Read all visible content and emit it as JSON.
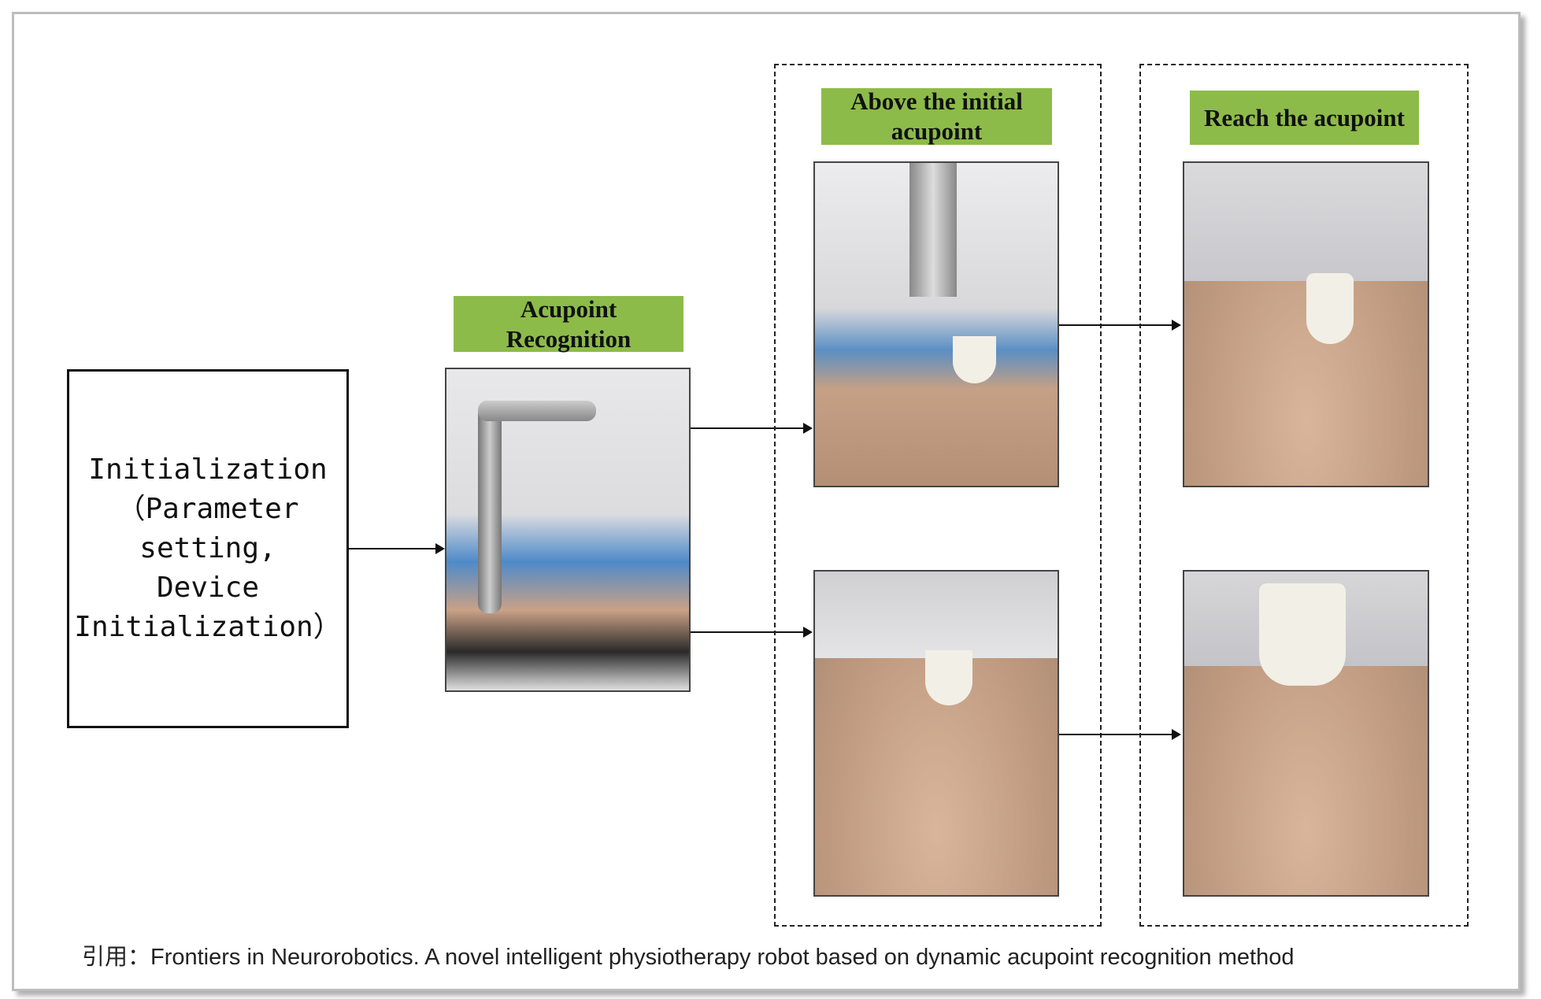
{
  "init_box": {
    "lines": [
      "Initialization",
      "（Parameter",
      "setting,",
      "Device",
      "Initialization）"
    ]
  },
  "stages": [
    {
      "label": "Acupoint Recognition"
    },
    {
      "label": "Above the initial acupoint"
    },
    {
      "label": "Reach the acupoint"
    }
  ],
  "caption": "引用：Frontiers in Neurorobotics. A novel intelligent physiotherapy robot based on dynamic acupoint recognition method"
}
